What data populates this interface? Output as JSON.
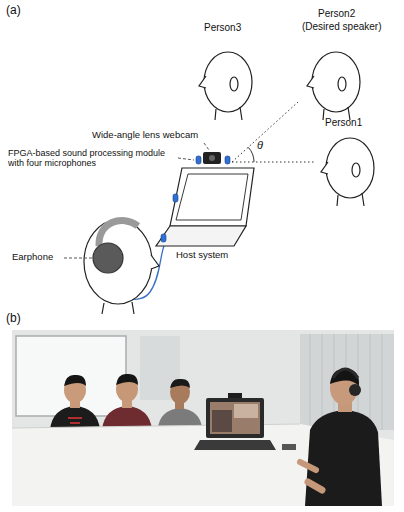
{
  "diagram": {
    "labels": [
      "(a)",
      "Person3",
      "Person2",
      "(Desired speaker)",
      "Person1",
      "Wide-angle lens webcam",
      "θ",
      "FPGA-based sound processing module with four microphones",
      "Host system",
      "Earphone",
      "(b)"
    ]
  }
}
